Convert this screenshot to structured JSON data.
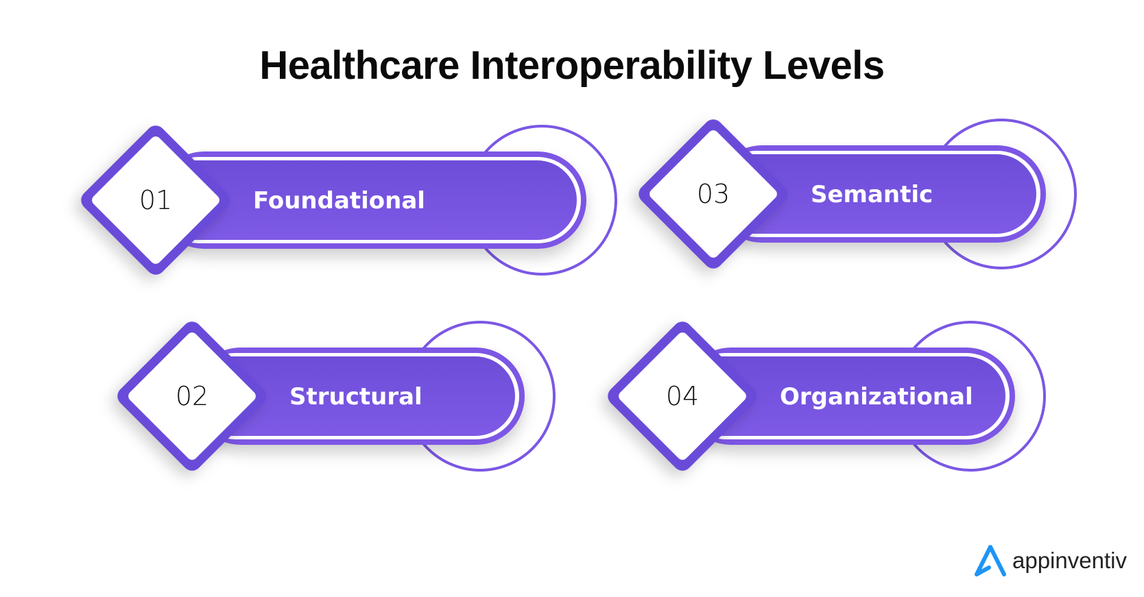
{
  "title": "Healthcare Interoperability Levels",
  "colors": {
    "accent": "#7B57E4",
    "accent_dark": "#5A3CC8",
    "logo_blue": "#1E95F5"
  },
  "levels": [
    {
      "number": "01",
      "label": "Foundational"
    },
    {
      "number": "02",
      "label": "Structural"
    },
    {
      "number": "03",
      "label": "Semantic"
    },
    {
      "number": "04",
      "label": "Organizational"
    }
  ],
  "logo": {
    "text": "appinventiv"
  }
}
